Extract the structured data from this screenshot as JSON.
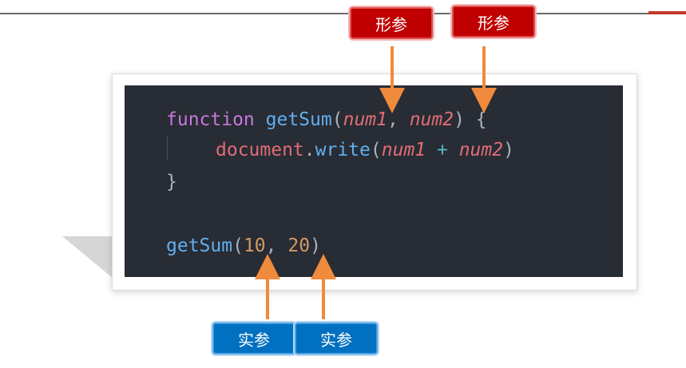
{
  "labels": {
    "formal_param": "形参",
    "actual_param": "实参"
  },
  "code": {
    "line1": {
      "keyword": "function",
      "name": "getSum",
      "open": "(",
      "p1": "num1",
      "comma": ", ",
      "p2": "num2",
      "close": ") {"
    },
    "line2": {
      "object": "document",
      "dot": ".",
      "method": "write",
      "open": "(",
      "p1": "num1",
      "op": " + ",
      "p2": "num2",
      "close": ")"
    },
    "line3": {
      "brace": "}"
    },
    "line5": {
      "name": "getSum",
      "open": "(",
      "a1": "10",
      "comma": ", ",
      "a2": "20",
      "close": ")"
    }
  },
  "colors": {
    "formal_tag": "#c00000",
    "actual_tag": "#0070c0",
    "arrow": "#f08a3c",
    "code_bg": "#282c34"
  }
}
